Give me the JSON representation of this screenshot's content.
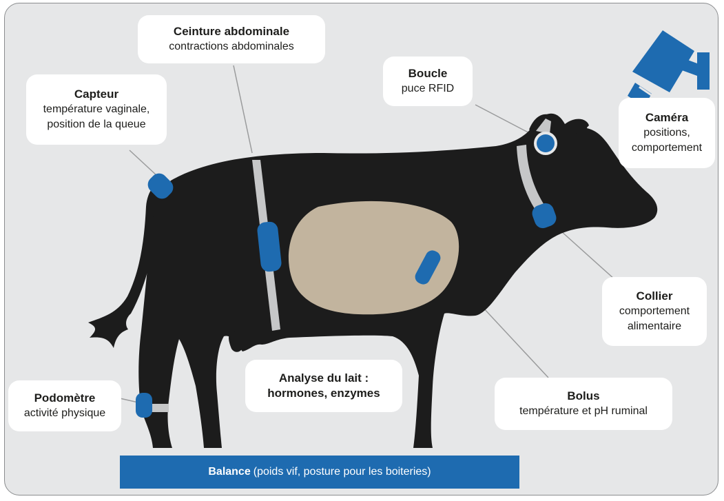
{
  "labels": {
    "ceinture": {
      "title": "Ceinture abdominale",
      "sub": "contractions abdominales"
    },
    "capteur": {
      "title": "Capteur",
      "sub1": "température vaginale,",
      "sub2": "position de la queue"
    },
    "boucle": {
      "title": "Boucle",
      "sub": "puce RFID"
    },
    "camera": {
      "title": "Caméra",
      "sub1": "positions,",
      "sub2": "comportement"
    },
    "collier": {
      "title": "Collier",
      "sub1": "comportement",
      "sub2": "alimentaire"
    },
    "bolus": {
      "title": "Bolus",
      "sub": "température et pH ruminal"
    },
    "lait": {
      "line1": "Analyse du lait :",
      "line2": "hormones, enzymes"
    },
    "podometre": {
      "title": "Podomètre",
      "sub": "activité physique"
    }
  },
  "balance": {
    "title": "Balance",
    "detail": "(poids vif, posture pour les boiteries)"
  },
  "colors": {
    "background": "#e6e7e8",
    "cow": "#1c1c1c",
    "rumen": "#c2b49e",
    "sensor": "#1e6bb0",
    "strap": "#c6c7c8",
    "connector": "#9a9b9c"
  }
}
